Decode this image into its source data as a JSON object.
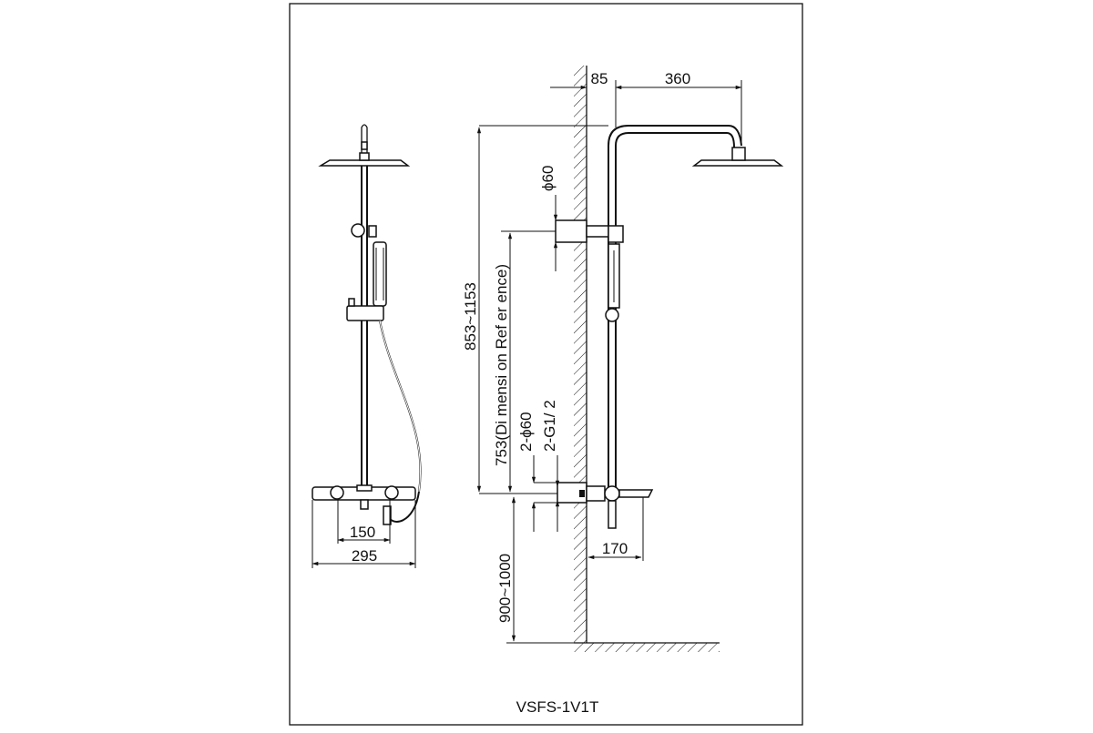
{
  "drawing": {
    "model_label": "VSFS-1V1T",
    "dimensions": {
      "d85": "85",
      "d360": "360",
      "d60_top": "ϕ60",
      "d853_1153": "853~1153",
      "d753_ref": "753(Di mensi on Ref er ence)",
      "d2_60": "2-ϕ60",
      "d2_g12": "2-G1/ 2",
      "d900_1000": "900~1000",
      "d170": "170",
      "d150": "150",
      "d295": "295"
    }
  }
}
